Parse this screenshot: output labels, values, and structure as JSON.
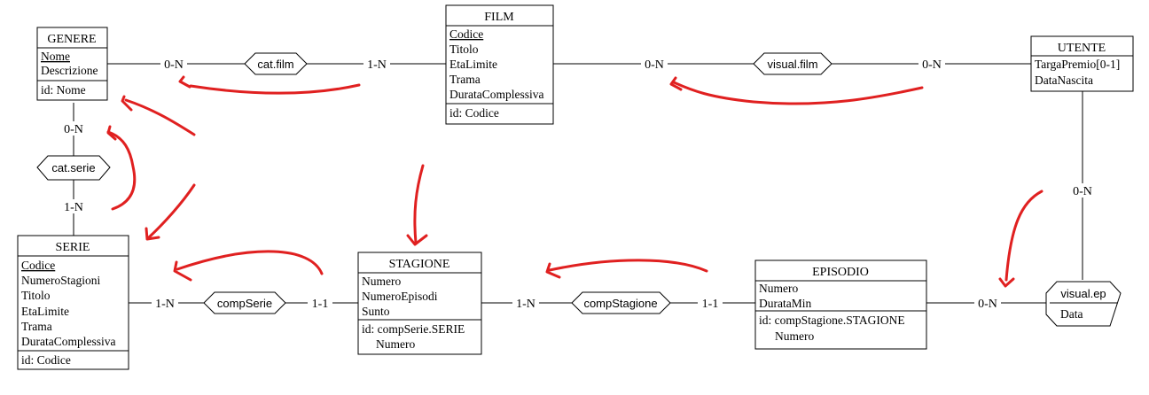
{
  "entities": {
    "genere": {
      "title": "GENERE",
      "attrs": [
        "Nome",
        "Descrizione"
      ],
      "id": "id: Nome"
    },
    "film": {
      "title": "FILM",
      "attrs": [
        "Codice",
        "Titolo",
        "EtaLimite",
        "Trama",
        "DurataComplessiva"
      ],
      "id": "id: Codice"
    },
    "utente": {
      "title": "UTENTE",
      "attrs": [
        "TargaPremio[0-1]",
        "DataNascita"
      ]
    },
    "serie": {
      "title": "SERIE",
      "attrs": [
        "Codice",
        "NumeroStagioni",
        "Titolo",
        "EtaLimite",
        "Trama",
        "DurataComplessiva"
      ],
      "id": "id: Codice"
    },
    "stagione": {
      "title": "STAGIONE",
      "attrs": [
        "Numero",
        "NumeroEpisodi",
        "Sunto"
      ],
      "id": [
        "id: compSerie.SERIE",
        "Numero"
      ]
    },
    "episodio": {
      "title": "EPISODIO",
      "attrs": [
        "Numero",
        "DurataMin"
      ],
      "id": [
        "id: compStagione.STAGIONE",
        "Numero"
      ]
    }
  },
  "relationships": {
    "cat_film": {
      "name": "cat.film"
    },
    "visual_film": {
      "name": "visual.film"
    },
    "cat_serie": {
      "name": "cat.serie"
    },
    "comp_serie": {
      "name": "compSerie"
    },
    "comp_stagione": {
      "name": "compStagione"
    },
    "visual_ep": {
      "name": "visual.ep",
      "attr": "Data"
    }
  },
  "cardinalities": {
    "genere_catfilm": "0-N",
    "film_catfilm": "1-N",
    "film_visualfilm": "0-N",
    "utente_visualfilm": "0-N",
    "genere_catserie": "0-N",
    "serie_catserie": "1-N",
    "serie_compserie": "1-N",
    "stagione_compserie": "1-1",
    "stagione_compstagione": "1-N",
    "episodio_compstagione": "1-1",
    "episodio_visualep": "0-N",
    "utente_visualep": "0-N"
  },
  "colors": {
    "annotation": "#e02020",
    "ink": "#000000"
  }
}
